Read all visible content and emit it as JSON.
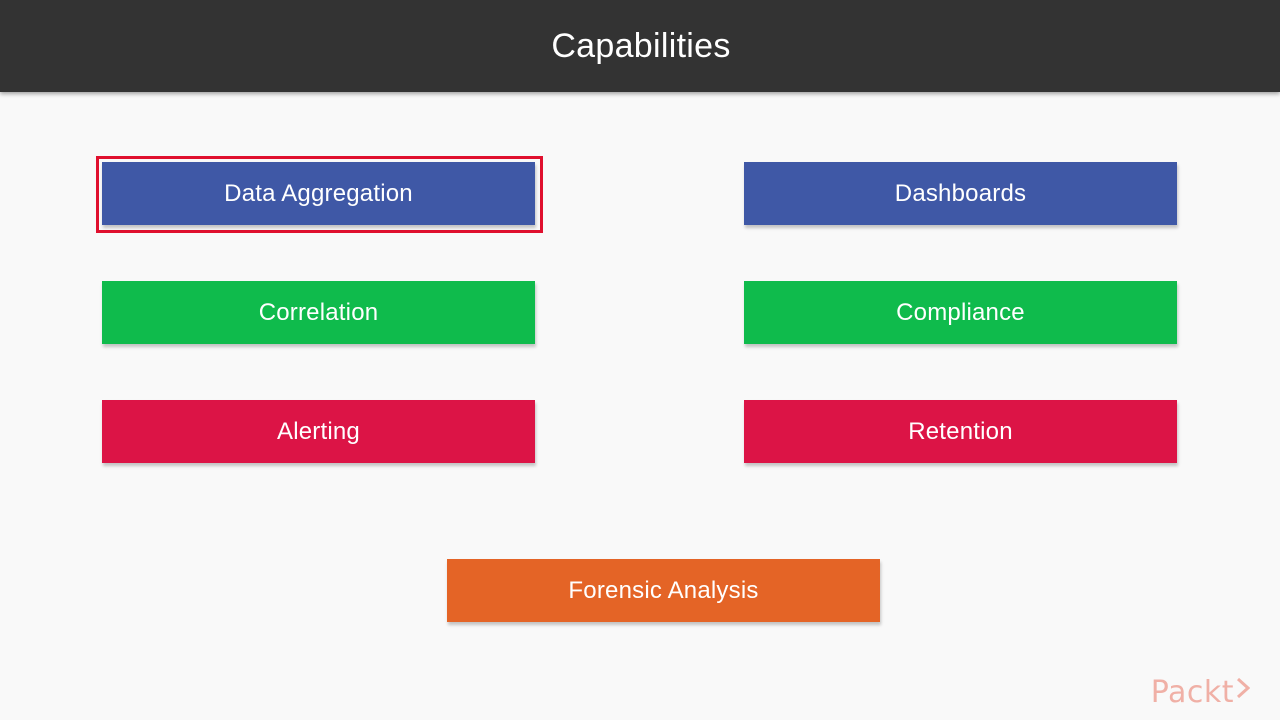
{
  "slide": {
    "title": "Capabilities"
  },
  "boxes": [
    {
      "label": "Data Aggregation",
      "color": "#3f58a6",
      "selected": true
    },
    {
      "label": "Dashboards",
      "color": "#3f58a6",
      "selected": false
    },
    {
      "label": "Correlation",
      "color": "#0fbb4c",
      "selected": false
    },
    {
      "label": "Compliance",
      "color": "#0fbb4c",
      "selected": false
    },
    {
      "label": "Alerting",
      "color": "#dc1446",
      "selected": false
    },
    {
      "label": "Retention",
      "color": "#dc1446",
      "selected": false
    },
    {
      "label": "Forensic Analysis",
      "color": "#e46426",
      "selected": false
    }
  ],
  "colors": {
    "header_bg": "#333333",
    "page_bg": "#f9f9f9",
    "selection_border": "#e0102e",
    "logo": "#f0b0a6"
  },
  "logo": {
    "text": "Packt",
    "icon": "chevron-right-icon"
  }
}
